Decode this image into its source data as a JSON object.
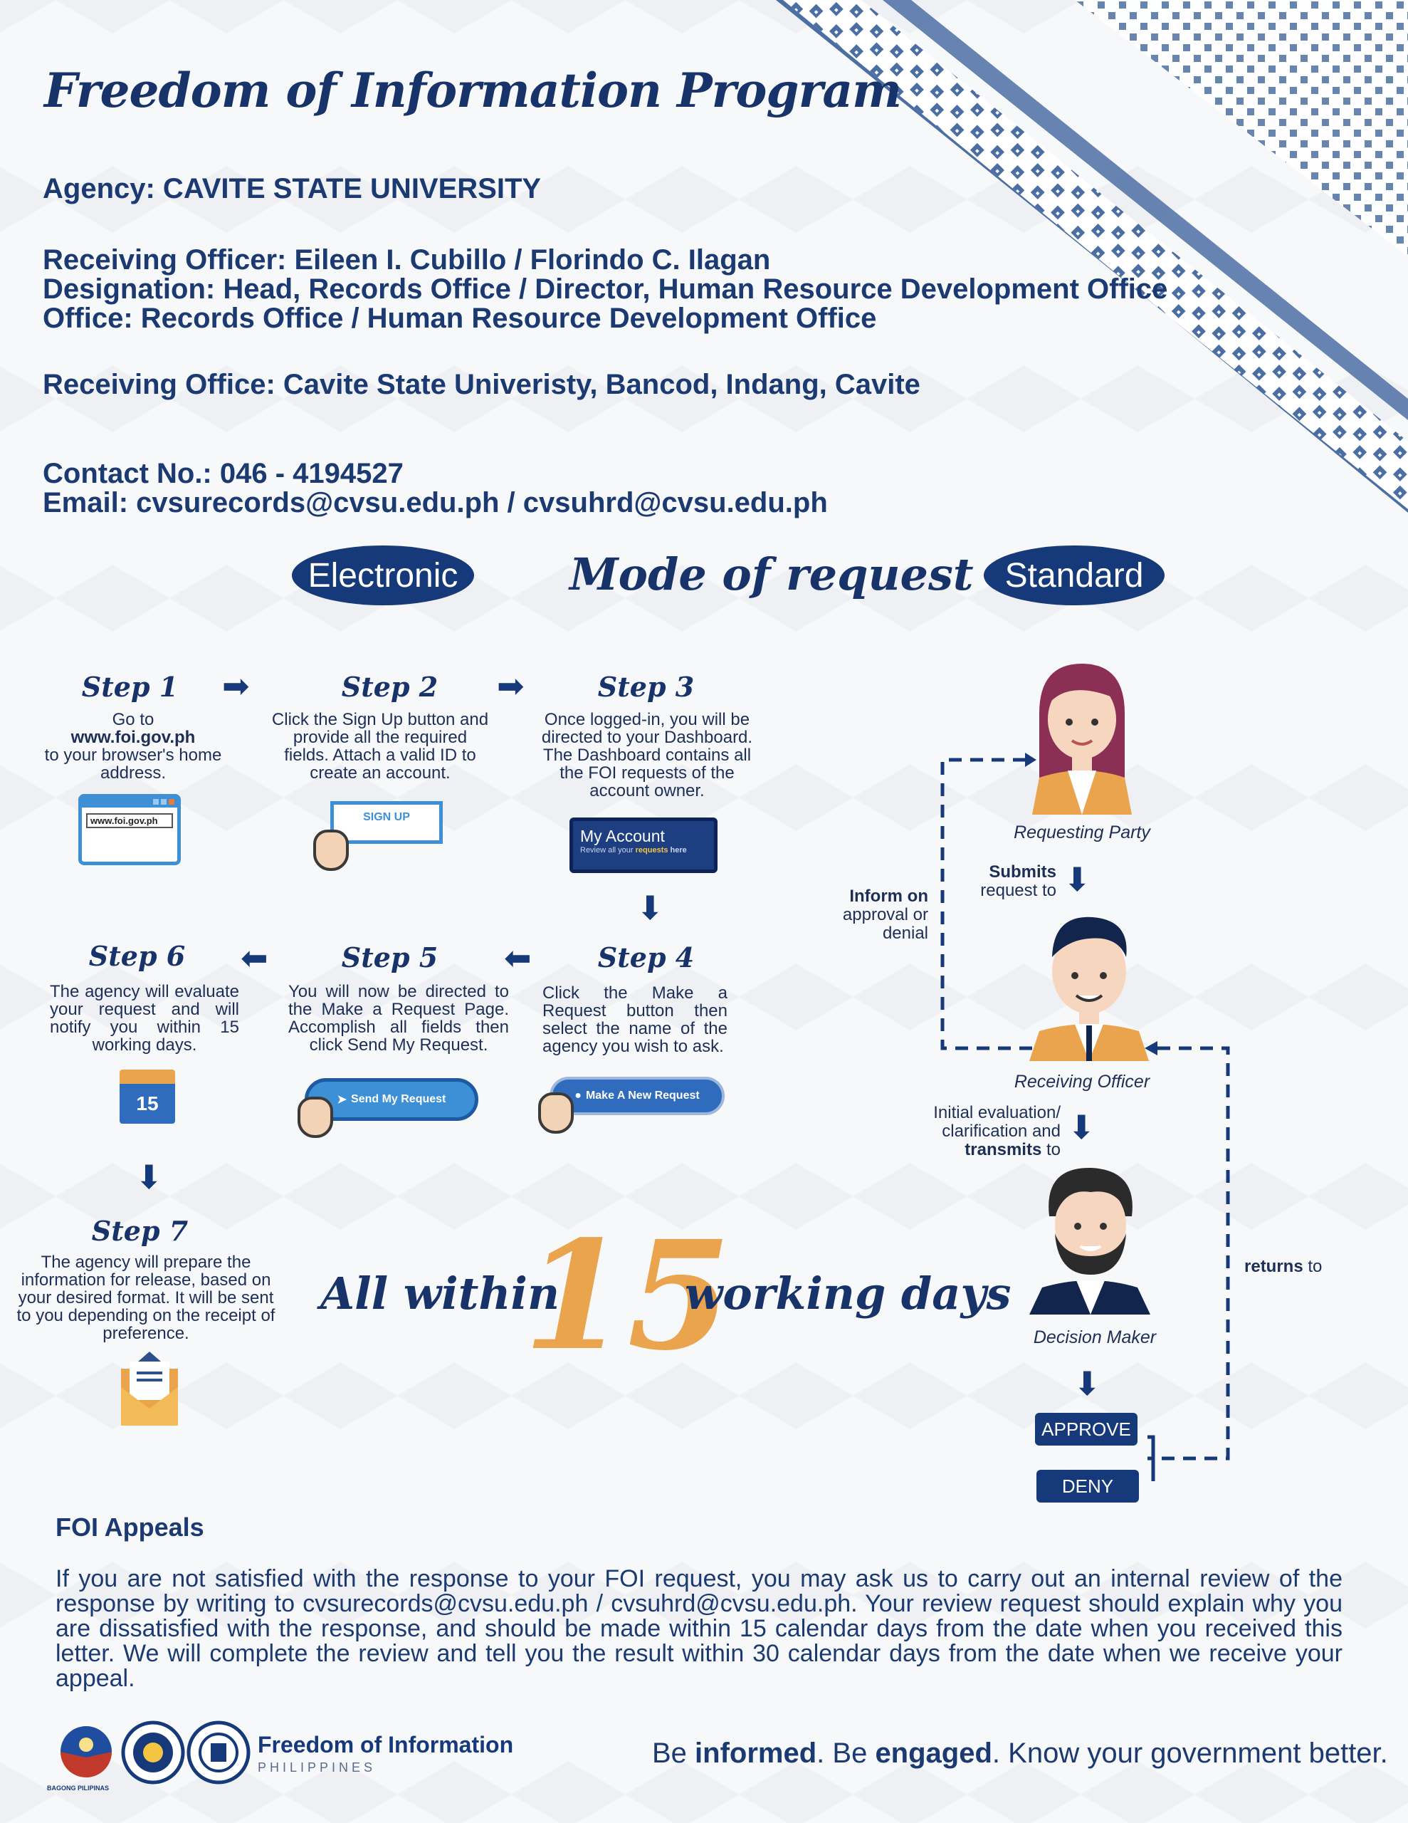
{
  "header": {
    "title": "Freedom of Information Program",
    "agency": "Agency: CAVITE STATE UNIVERSITY",
    "receiving_officer": "Receiving Officer: Eileen I. Cubillo / Florindo C. Ilagan",
    "designation": "Designation: Head, Records Office / Director, Human Resource Development Office",
    "office": "Office: Records Office / Human Resource Development Office",
    "receiving_office": "Receiving Office: Cavite State Univeristy, Bancod, Indang, Cavite",
    "contact": "Contact No.: 046 - 4194527",
    "email": "Email: cvsurecords@cvsu.edu.ph / cvsuhrd@cvsu.edu.ph"
  },
  "modes": {
    "electronic": "Electronic",
    "title": "Mode of request",
    "standard": "Standard"
  },
  "steps": [
    {
      "label": "Step 1",
      "text_a": "Go to",
      "text_b": "www.foi.gov.ph",
      "text_c": "to your browser's home address.",
      "widget": "www.foi.gov.ph"
    },
    {
      "label": "Step 2",
      "text": "Click the Sign Up button and provide all the required fields. Attach a valid ID to create an account.",
      "widget": "SIGN UP"
    },
    {
      "label": "Step 3",
      "text": "Once logged-in, you will be directed to your Dashboard. The Dashboard contains all the FOI requests of the account owner.",
      "widget_title": "My Account",
      "widget_sub_a": "Review all your ",
      "widget_sub_b": "requests",
      "widget_sub_c": " here"
    },
    {
      "label": "Step 4",
      "text": "Click the Make a Request button then select the name of the agency you wish to ask.",
      "widget": "Make A New Request"
    },
    {
      "label": "Step 5",
      "text": "You will now be directed to the Make a Request Page. Accomplish all fields then click Send My Request.",
      "widget": "Send My Request"
    },
    {
      "label": "Step 6",
      "text": "The agency will evaluate your request and will notify you within 15 working days.",
      "widget": "15"
    },
    {
      "label": "Step 7",
      "text": "The agency will prepare the information for release, based on your desired format. It will be sent to you depending on the receipt of preference."
    }
  ],
  "banner": {
    "pre": "All within",
    "num": "15",
    "post": "working days"
  },
  "standard_flow": {
    "requesting_party": "Requesting Party",
    "submits_bold": "Submits",
    "submits_rest": "request to",
    "inform_bold": "Inform on",
    "inform_rest_1": "approval or",
    "inform_rest_2": "denial",
    "receiving_officer": "Receiving Officer",
    "initial_1": "Initial evaluation/",
    "initial_2": "clarification and",
    "initial_bold": "transmits",
    "initial_to": " to",
    "decision_maker": "Decision Maker",
    "approve": "APPROVE",
    "deny": "DENY",
    "returns_bold": "returns",
    "returns_rest": " to"
  },
  "appeals": {
    "heading": "FOI Appeals",
    "body": "If you are not satisfied with the response to your FOI request, you may ask us to carry out an internal review of the response by writing to cvsurecords@cvsu.edu.ph / cvsuhrd@cvsu.edu.ph. Your review request should explain why you are dissatisfied with the response, and should be made within 15 calendar days from the date when you received this letter. We will complete the review and tell you the result within 30 calendar days from the date when we receive your appeal."
  },
  "footer": {
    "logo_bagong": "BAGONG PILIPINAS",
    "foi_title": "Freedom of Information",
    "foi_sub": "PHILIPPINES",
    "tag_1": "Be ",
    "tag_2": "informed",
    "tag_3": ". Be ",
    "tag_4": "engaged",
    "tag_5": ". Know your government better."
  },
  "colors": {
    "navy": "#16397a",
    "gold": "#eaa44d",
    "text": "#1b3a72",
    "button_blue": "#3d8fd6"
  }
}
